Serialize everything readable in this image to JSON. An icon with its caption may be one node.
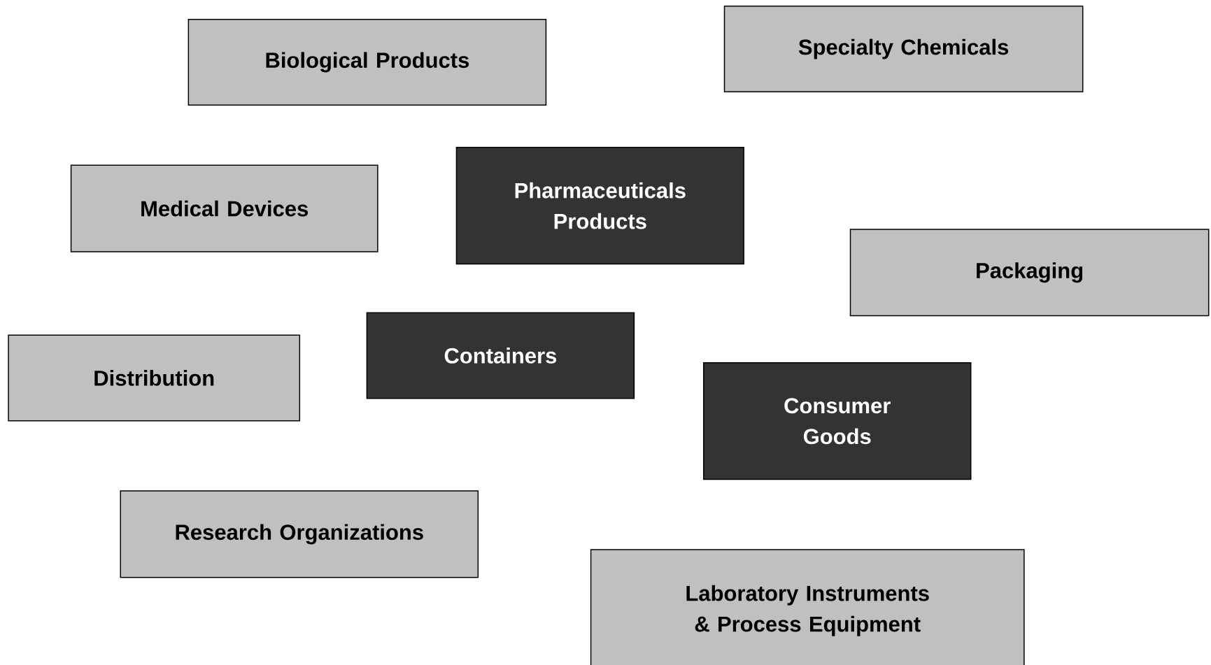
{
  "diagram": {
    "nodes": [
      {
        "text": [
          "Specialty Chemicals"
        ]
      },
      {
        "text": [
          "Biological Products"
        ]
      },
      {
        "text": [
          "Pharmaceuticals Products"
        ]
      },
      {
        "text": [
          "Medical Devices"
        ]
      },
      {
        "text": [
          "Packaging"
        ]
      },
      {
        "text": [
          "Containers"
        ]
      },
      {
        "text": [
          "Distribution"
        ]
      },
      {
        "text": [
          "Consumer Goods"
        ]
      },
      {
        "text": [
          "Research Organizations"
        ]
      },
      {
        "text": [
          "Laboratory Instruments & Process Equipment"
        ]
      }
    ]
  }
}
